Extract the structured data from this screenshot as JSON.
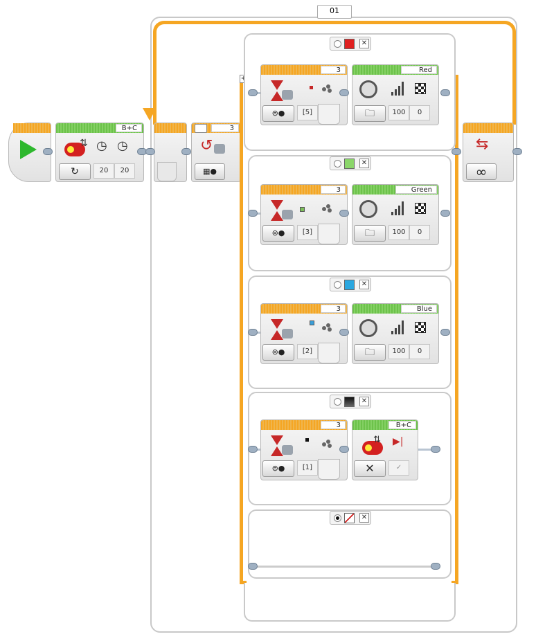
{
  "loop": {
    "name": "01",
    "mode_icon": "infinity-icon",
    "mode_symbol": "∞",
    "end_icon": "loop-end-icon"
  },
  "start_block": {
    "icon": "play-icon",
    "color": "#2eb82e"
  },
  "move_block": {
    "ports": "B+C",
    "mode_icon": "rotate-on-icon",
    "power_left": "20",
    "power_right": "20"
  },
  "switch_block": {
    "port": "3",
    "mode_icon": "color-sensor-icon"
  },
  "cases": [
    {
      "id": "red",
      "swatch": "#e02020",
      "selected": false,
      "wait_port": "3",
      "wait_value": "[5]",
      "swatch_small": "#c62828",
      "sound_label": "Red",
      "volume": "100",
      "play_type": "0"
    },
    {
      "id": "green",
      "swatch": "#8bd66a",
      "selected": false,
      "wait_port": "3",
      "wait_value": "[3]",
      "swatch_small": "#7cbf5a",
      "sound_label": "Green",
      "volume": "100",
      "play_type": "0"
    },
    {
      "id": "blue",
      "swatch": "#2aa7e0",
      "selected": false,
      "wait_port": "3",
      "wait_value": "[2]",
      "swatch_small": "#3a9ed8",
      "sound_label": "Blue",
      "volume": "100",
      "play_type": "0"
    },
    {
      "id": "black",
      "swatch": "#111111",
      "selected": false,
      "wait_port": "3",
      "wait_value": "[1]",
      "swatch_small": "#111111",
      "motor_ports": "B+C",
      "stop_symbol": "✕",
      "brake_symbol": "✓"
    },
    {
      "id": "no-color",
      "swatch": "#ffffff",
      "selected": true
    }
  ],
  "colors": {
    "loop_orange": "#f5a623",
    "action_green": "#6cc24a",
    "wire": "#9fb0c2"
  }
}
